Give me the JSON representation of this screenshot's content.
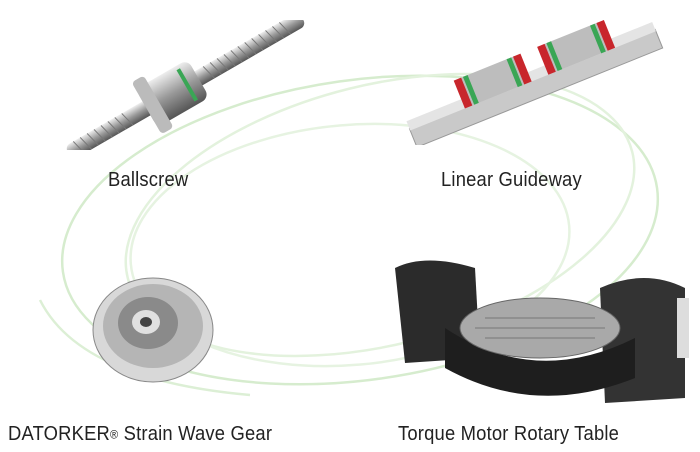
{
  "products": [
    {
      "name": "Ballscrew"
    },
    {
      "name": "Linear Guideway"
    },
    {
      "name": "DATORKER",
      "mark": "®",
      "suffix": " Strain Wave Gear"
    },
    {
      "name": "Torque Motor Rotary Table"
    }
  ],
  "colors": {
    "swirl": "#cfe8c4",
    "text": "#222222",
    "accent_green": "#3aa655",
    "accent_red": "#c8262c"
  }
}
